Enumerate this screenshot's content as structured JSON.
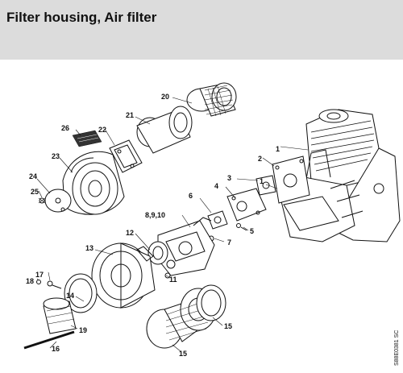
{
  "header": {
    "title": "Filter housing, Air filter"
  },
  "parts": {
    "p20": "20",
    "p21": "21",
    "p26": "26",
    "p22": "22",
    "p23": "23",
    "p24": "24",
    "p25": "25",
    "p1a": "1",
    "p1b": "1",
    "p2": "2",
    "p3": "3",
    "p4": "4",
    "p6": "6",
    "p5": "5",
    "p7": "7",
    "p8910": "8,9,10",
    "p12": "12",
    "p11": "11",
    "p13": "13",
    "p17": "17",
    "p18": "18",
    "p14": "14",
    "p19": "19",
    "p16": "16",
    "p15a": "15",
    "p15b": "15"
  },
  "drawing_code": "S88E0381 SC"
}
